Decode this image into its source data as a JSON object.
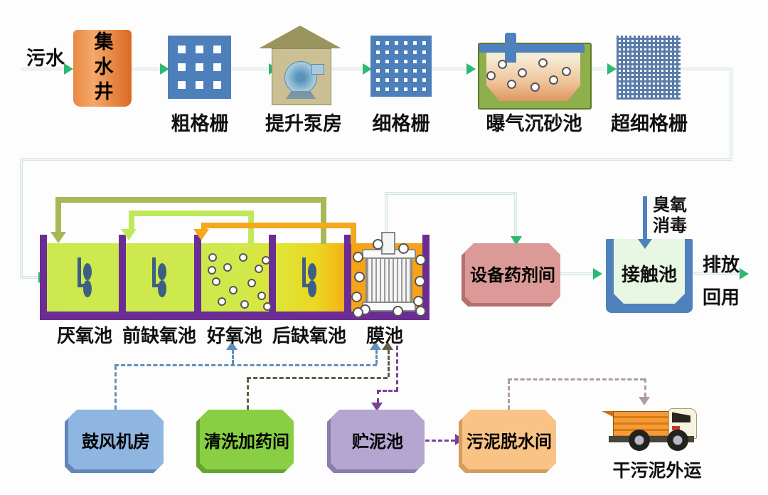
{
  "colors": {
    "flow-line": "#c6ded7",
    "arrow-green": "#2eb873",
    "wall-purple": "#6b2d94",
    "olive": "#a9b757",
    "lgreen": "#bfe95a",
    "orange": "#f3a81e",
    "grid-blue": "#4d7fba",
    "grid-blue-fine": "#5a7ca8",
    "steel-blue": "#4f81bd",
    "well-o1": "#f5a869",
    "well-o2": "#d96a22",
    "house-wall": "#cbbf94",
    "house-roof": "#9a945e",
    "grit-green": "#8fae4c",
    "liq-green": "#cbe94f",
    "liq-yellow": "#ecd51f",
    "liq-orange": "#f6a317",
    "mixer": "#3e5f85",
    "contact-fill": "#e7f7e2",
    "chem-fill": "#db9a97",
    "chem-dark": "#b3716e",
    "blower-fill": "#8fb5e1",
    "blower-dark": "#6386ba",
    "clean-fill": "#88cf43",
    "clean-dark": "#65a52f",
    "sludge-fill": "#b4a6d0",
    "sludge-dark": "#8b7bae",
    "dewater-fill": "#f9c386",
    "dewater-dark": "#d69c5c",
    "dash-blue": "#6290bb",
    "dash-olive": "#5f6147",
    "dash-purple": "#7d3f98",
    "dash-mauve": "#b19aa4",
    "truck-orange": "#ec8a1e"
  },
  "top_row": {
    "inflow_label": "污水",
    "nodes": [
      {
        "label": "集水井"
      },
      {
        "label": "粗格栅"
      },
      {
        "label": "提升泵房"
      },
      {
        "label": "细格栅"
      },
      {
        "label": "曝气沉砂池"
      },
      {
        "label": "超细格栅"
      }
    ]
  },
  "bioreactor": {
    "tanks": [
      {
        "label": "厌氧池"
      },
      {
        "label": "前缺氧池"
      },
      {
        "label": "好氧池"
      },
      {
        "label": "后缺氧池"
      },
      {
        "label": "膜池"
      }
    ]
  },
  "right_section": {
    "chemical_room_label": "设备药剂间",
    "contact_tank_label": "接触池",
    "ozone_line1": "臭氧",
    "ozone_line2": "消毒",
    "discharge_label": "排放",
    "reuse_label": "回用"
  },
  "bottom_row": {
    "blower_room_label": "鼓风机房",
    "cleaning_room_label": "清洗加药间",
    "sludge_tank_label": "贮泥池",
    "dewatering_room_label": "污泥脱水间",
    "truck_caption": "干污泥外运"
  }
}
